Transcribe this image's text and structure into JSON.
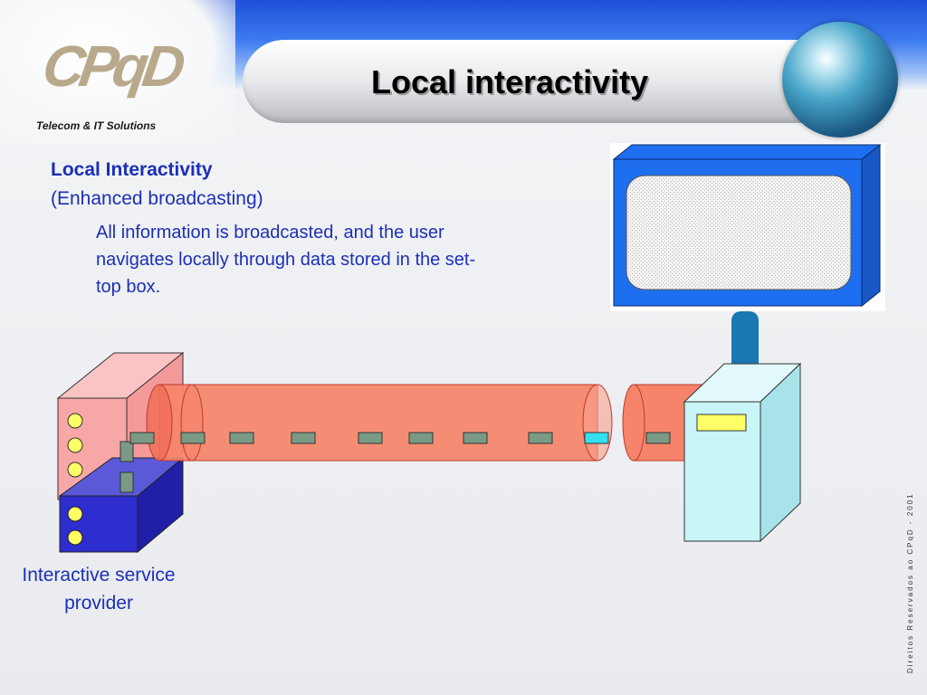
{
  "header": {
    "logo_text": "CPqD",
    "tagline": "Telecom & IT Solutions",
    "title": "Local interactivity"
  },
  "content": {
    "heading": "Local Interactivity",
    "subheading": "(Enhanced broadcasting)",
    "body": "All information is broadcasted, and the user navigates locally through data stored in the set-top box."
  },
  "diagram": {
    "provider_label": "Interactive service provider",
    "colors": {
      "tube": "#f5846a",
      "tube_stroke": "#c0392b",
      "packet": "#7a9a86",
      "packet_highlight": "#33e0f0",
      "provider_box": "#f8a7a7",
      "server_box": "#2d2dd0",
      "set_top_box": "#c9f4f8",
      "tv_frame": "#1e6ff0",
      "antenna": "#1a78b3",
      "indicator": "#ffff66"
    }
  },
  "footer": {
    "copyright": "Direitos Reservados ao CPqD - 2001"
  }
}
